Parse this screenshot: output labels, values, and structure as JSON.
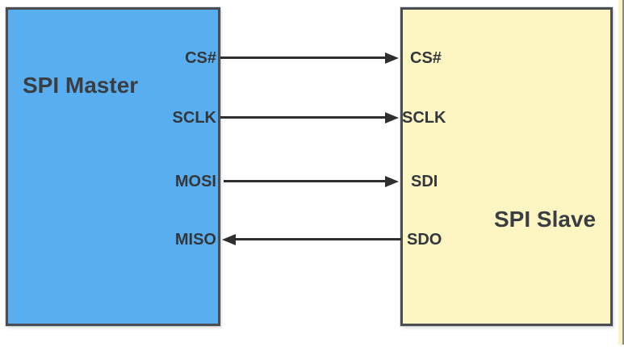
{
  "colors": {
    "background": "#FFFFFF",
    "master_fill": "#58AEEE",
    "slave_fill": "#FDF6C3",
    "box_border": "#4A4E52",
    "text": "#33373C",
    "arrow": "#2F2F2F"
  },
  "master": {
    "label": "SPI Master",
    "pins": [
      {
        "name": "CS#"
      },
      {
        "name": "SCLK"
      },
      {
        "name": "MOSI"
      },
      {
        "name": "MISO"
      }
    ]
  },
  "slave": {
    "label": "SPI Slave",
    "pins": [
      {
        "name": "CS#"
      },
      {
        "name": "SCLK"
      },
      {
        "name": "SDI"
      },
      {
        "name": "SDO"
      }
    ]
  },
  "connections": [
    {
      "from": "CS#",
      "to": "CS#",
      "direction": "master-to-slave"
    },
    {
      "from": "SCLK",
      "to": "SCLK",
      "direction": "master-to-slave"
    },
    {
      "from": "MOSI",
      "to": "SDI",
      "direction": "master-to-slave"
    },
    {
      "from": "SDO",
      "to": "MISO",
      "direction": "slave-to-master"
    }
  ]
}
